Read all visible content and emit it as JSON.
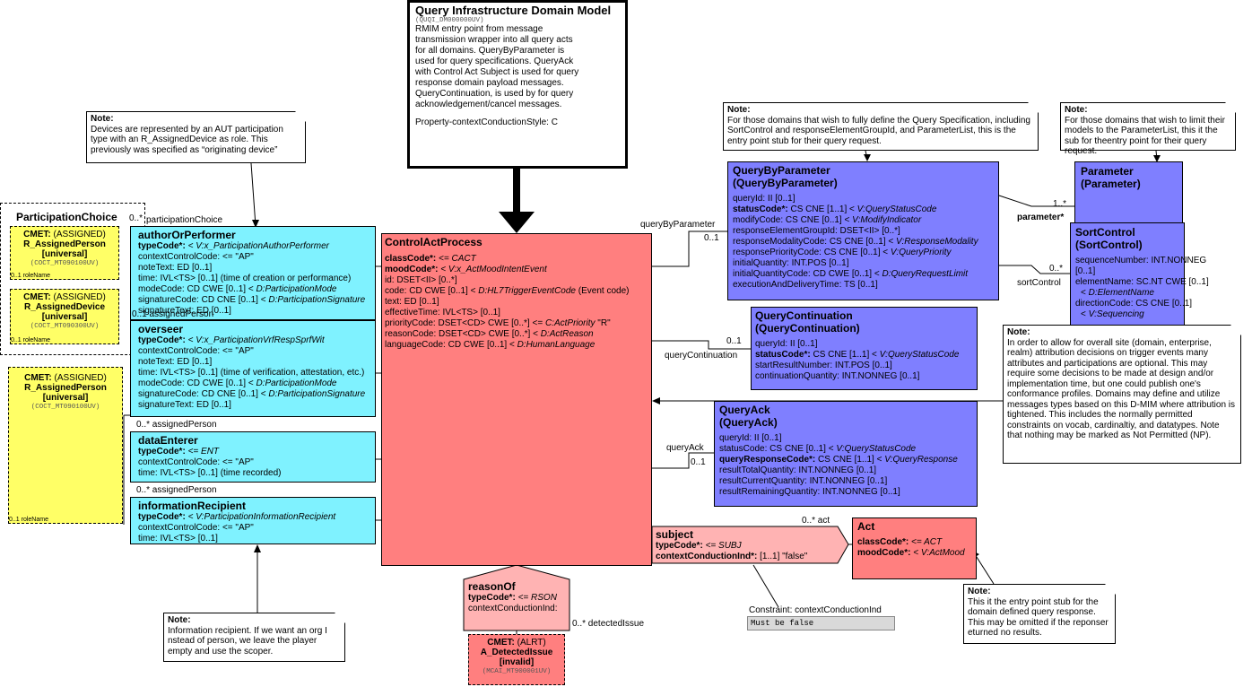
{
  "model": {
    "title": "Query Infrastructure Domain Model",
    "code": "(QUQI_DM000000UV)",
    "desc": "RMIM entry point from message transmission wrapper into all query acts for all domains. QueryByParameter is used for query specifications. QueryAck with Control Act Subject is used for query response domain payload messages. QueryContinuation, is used by for query acknowledgement/cancel messages.",
    "style": "Property-contextConductionStyle: C"
  },
  "notes": {
    "devices": {
      "title": "Note:",
      "text": "Devices are represented by an AUT participation type with an R_AssignedDevice as role. This previously was specified as “originating device”"
    },
    "qbp": {
      "title": "Note:",
      "text": "For those domains that wish to fully define the Query Specification, including SortControl and responseElementGroupId, and ParameterList, this is the entry point stub for their query request."
    },
    "param": {
      "title": "Note:",
      "text": "For those domains that wish to limit their models to the ParameterList, this it the sub for theentry point for their query request."
    },
    "attribution": {
      "title": "Note:",
      "text": "In order to allow for overall site (domain, enterprise, realm) attribution decisions on trigger events many attributes and participations are optional. This may require some decisions to be made at design and/or implementation time, but one could publish one's conformance profiles. Domains may define and utilize messages types based on this D-MIM where attribution is tightened. This includes the normally permitted constraints on vocab, cardinaltiy, and datatypes. Note that nothing may be marked as Not Permitted (NP)."
    },
    "recipient": {
      "title": "Note:",
      "text": "Information recipient.  If we want an org I nstead of person,  we leave the player empty and use the scoper."
    },
    "act": {
      "title": "Note:",
      "text": "This it the entry point stub for the domain defined query response. This may be omitted if the reponser eturned no results."
    }
  },
  "participation_choice": {
    "title": "ParticipationChoice",
    "card": "0..*",
    "label": "participationChoice",
    "cmet1": {
      "head": "CMET:",
      "head2": "(ASSIGNED)",
      "name": "R_AssignedPerson",
      "flavor": "[universal]",
      "code": "(COCT_MT090100UV)"
    },
    "cmet2": {
      "head": "CMET:",
      "head2": "(ASSIGNED)",
      "name": "R_AssignedDevice",
      "flavor": "[universal]",
      "code": "(COCT_MT090300UV)"
    },
    "role1": "0..1 roleName",
    "role2": "0..1 roleName"
  },
  "cmet3": {
    "head": "CMET:",
    "head2": "(ASSIGNED)",
    "name": "R_AssignedPerson",
    "flavor": "[universal]",
    "code": "(COCT_MT090100UV)",
    "role": "0..1 roleName"
  },
  "author": {
    "name": "authorOrPerformer",
    "l1": "typeCode*:",
    "l1v": " < V:x_ParticipationAuthorPerformer",
    "l2": "contextControlCode: <= \"AP\"",
    "l3": "noteText: ED [0..1]",
    "l4": "time: IVL<TS> [0..1] (time of creation or performance)",
    "l5": "modeCode: CD CWE [0..1] < ",
    "l5v": "D:ParticipationMode",
    "l6": "signatureCode: CD CNE [0..1] < ",
    "l6v": "D:ParticipationSignature",
    "l7": "signatureText: ED [0..1]",
    "overlap": "0..1 assignedPerson"
  },
  "overseer": {
    "name": "overseer",
    "l1": "typeCode*:",
    "l1v": " < V:x_ParticipationVrfRespSprfWit",
    "l2": "contextControlCode: <= \"AP\"",
    "l3": "noteText: ED [0..1]",
    "l4": "time: IVL<TS> [0..1] (time of verification, attestation, etc.)",
    "l5": "modeCode: CD CWE [0..1] < ",
    "l5v": "D:ParticipationMode",
    "l6": "signatureCode: CD CNE [0..1] < ",
    "l6v": "D:ParticipationSignature",
    "l7": "signatureText: ED [0..1]",
    "card": "0..* assignedPerson"
  },
  "dataEnterer": {
    "name": "dataEnterer",
    "l1": "typeCode*:",
    "l1v": " <= ENT",
    "l2": "contextControlCode: <= \"AP\"",
    "l3": "time: IVL<TS> [0..1] (time recorded)",
    "card": "0..* assignedPerson"
  },
  "recipient": {
    "name": "informationRecipient",
    "l1": "typeCode*:",
    "l1v": " < V:ParticipationInformationRecipient",
    "l2": "contextControlCode: <= \"AP\"",
    "l3": "time: IVL<TS> [0..1]"
  },
  "cap": {
    "name": "ControlActProcess",
    "l1": "classCode*:",
    "l1v": " <= CACT",
    "l2": "moodCode*:",
    "l2v": " < V:x_ActMoodIntentEvent",
    "l3": "id: DSET<II> [0..*]",
    "l4": "code: CD CWE [0..1] < ",
    "l4v": "D:HL7TriggerEventCode",
    "l4e": " (Event code)",
    "l5": "text: ED [0..1]",
    "l6": "effectiveTime: IVL<TS> [0..1]",
    "l7": "priorityCode: DSET<CD> CWE [0..*] <= ",
    "l7v": "C:ActPriority",
    "l7e": " \"R\"",
    "l8": "reasonCode: DSET<CD> CWE [0..*] < ",
    "l8v": "D:ActReason",
    "l9": "languageCode: CD CWE [0..1] < ",
    "l9v": "D:HumanLanguage"
  },
  "qbp": {
    "name": "QueryByParameter",
    "name2": "(QueryByParameter)",
    "l1": "queryId: II [0..1]",
    "l2": "statusCode*:",
    "l2m": " CS CNE [1..1] < ",
    "l2v": "V:QueryStatusCode",
    "l3": "modifyCode: CS CNE [0..1] < ",
    "l3v": "V:ModifyIndicator",
    "l4": "responseElementGroupId: DSET<II> [0..*]",
    "l5": "responseModalityCode: CS CNE [0..1] < ",
    "l5v": "V:ResponseModality",
    "l6": "responsePriorityCode: CS CNE [0..1] < ",
    "l6v": "V:QueryPriority",
    "l7": "initialQuantity: INT.POS [0..1]",
    "l8": "initialQuantityCode: CD CWE [0..1] < ",
    "l8v": "D:QueryRequestLimit",
    "l9": "executionAndDeliveryTime: TS [0..1]",
    "assoc": "queryByParameter",
    "card": "0..1"
  },
  "parameter": {
    "name": "Parameter",
    "name2": "(Parameter)",
    "card": "1..*",
    "label": "parameter*"
  },
  "sort": {
    "name": "SortControl",
    "name2": "(SortControl)",
    "l1": "sequenceNumber: INT.NONNEG",
    "l1b": "[0..1]",
    "l2": "elementName: SC.NT CWE [0..1]",
    "l2b": "< ",
    "l2v": "D:ElementName",
    "l3": "directionCode: CS CNE [0..1]",
    "l3b": "< ",
    "l3v": "V:Sequencing",
    "card": "0..*",
    "label": "sortControl"
  },
  "qc": {
    "name": "QueryContinuation",
    "name2": "(QueryContinuation)",
    "l1": "queryId: II [0..1]",
    "l2": "statusCode*:",
    "l2m": " CS CNE [1..1] < ",
    "l2v": "V:QueryStatusCode",
    "l3": "startResultNumber: INT.POS [0..1]",
    "l4": "continuationQuantity: INT.NONNEG [0..1]",
    "assoc": "queryContinuation",
    "card": "0..1"
  },
  "qa": {
    "name": "QueryAck",
    "name2": "(QueryAck)",
    "l1": "queryId: II [0..1]",
    "l2": "statusCode: CS CNE [0..1] < ",
    "l2v": "V:QueryStatusCode",
    "l3": "queryResponseCode*:",
    "l3m": " CS CNE [1..1] < ",
    "l3v": "V:QueryResponse",
    "l4": "resultTotalQuantity: INT.NONNEG [0..1]",
    "l5": "resultCurrentQuantity: INT.NONNEG [0..1]",
    "l6": "resultRemainingQuantity: INT.NONNEG [0..1]",
    "assoc": "queryAck",
    "card": "0..1"
  },
  "subject": {
    "name": "subject",
    "l1": "typeCode*:",
    "l1v": " <= SUBJ",
    "l2": "contextConductionInd*:",
    "l2v": " [1..1] \"false\"",
    "card": "0..* act"
  },
  "act": {
    "name": "Act",
    "l1": "classCode*:",
    "l1v": " <= ACT",
    "l2": "moodCode*:",
    "l2v": " < V:ActMood"
  },
  "constraint": {
    "label": "Constraint: contextConductionInd",
    "text": "Must be false"
  },
  "reasonOf": {
    "name": "reasonOf",
    "l1": "typeCode*:",
    "l1v": " <= RSON",
    "l2": "contextConductionInd:",
    "card": "0..* detectedIssue"
  },
  "alrt": {
    "head": "CMET:",
    "head2": "(ALRT)",
    "name": "A_DetectedIssue",
    "flavor": "[invalid]",
    "code": "(MCAI_MT900001UV)"
  }
}
